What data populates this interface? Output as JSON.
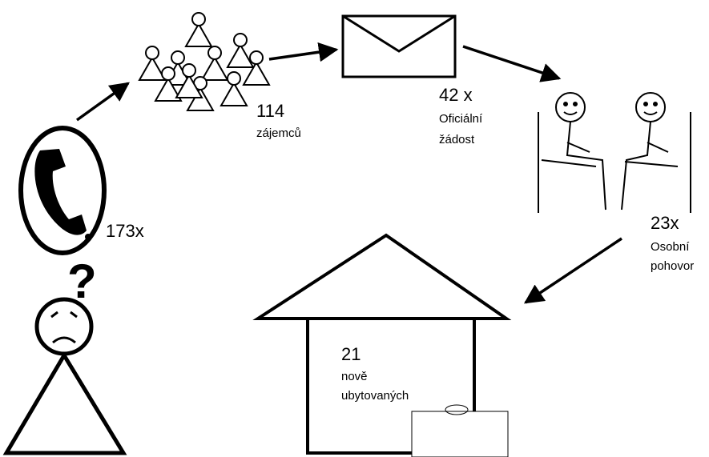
{
  "steps": {
    "calls": {
      "count": "173x"
    },
    "interested": {
      "count": "114",
      "caption": "zájemců"
    },
    "applications": {
      "count": "42 x",
      "caption_line1": "Oficiální",
      "caption_line2": "žádost"
    },
    "interviews": {
      "count": "23x",
      "caption_line1": "Osobní",
      "caption_line2": "pohovor"
    },
    "housed": {
      "count": "21",
      "caption_line1": "nově",
      "caption_line2": "ubytovaných"
    }
  },
  "question_mark": "?",
  "icons": [
    "phone-icon",
    "people-group-icon",
    "envelope-icon",
    "interview-icon",
    "house-icon",
    "sad-person-icon"
  ]
}
